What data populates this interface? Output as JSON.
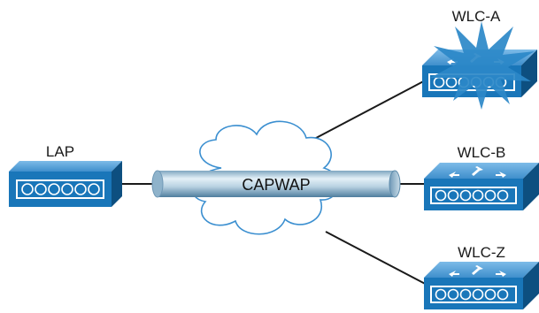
{
  "nodes": {
    "lap": {
      "label": "LAP"
    },
    "wlc_a": {
      "label": "WLC-A",
      "status": "failed"
    },
    "wlc_b": {
      "label": "WLC-B"
    },
    "wlc_z": {
      "label": "WLC-Z"
    }
  },
  "tunnel": {
    "label": "CAPWAP"
  },
  "colors": {
    "device_front": "#1976b9",
    "device_top": "#5aa6dc",
    "device_side": "#0d4f80",
    "cloud_stroke": "#3b8fd0",
    "tube_light": "#d5e6f0",
    "tube_dark": "#5d8bab",
    "failure_burst": "#2b88c8",
    "link": "#1a1a1a"
  }
}
